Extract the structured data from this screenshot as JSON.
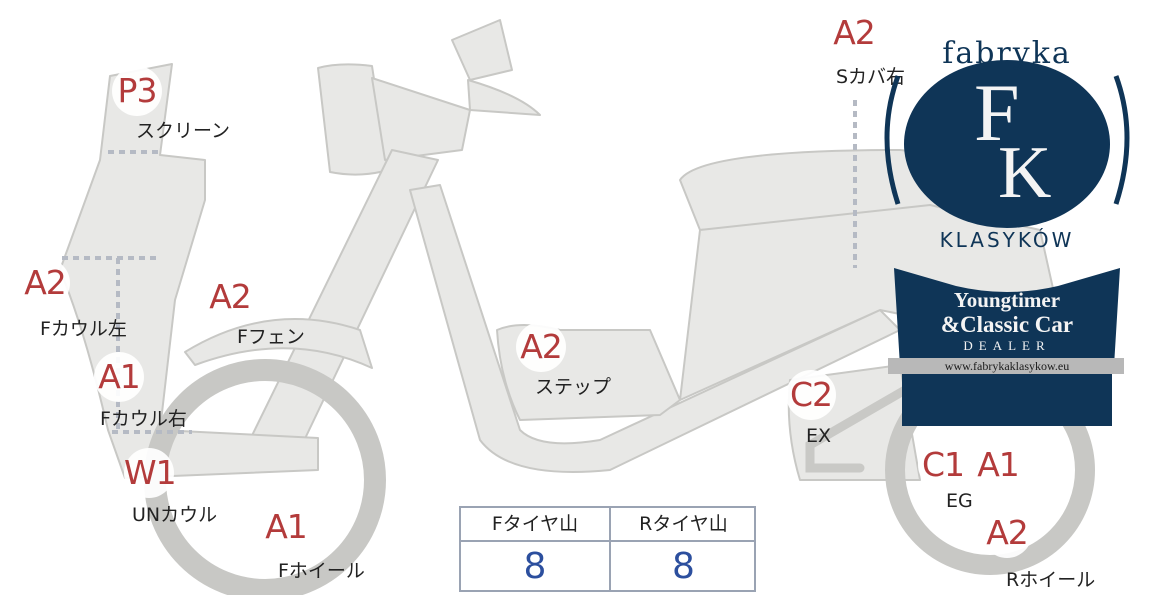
{
  "parts": [
    {
      "name": "screen",
      "grade": "P3",
      "label": "スクリーン"
    },
    {
      "name": "f-cowl-left",
      "grade": "A2",
      "label": "Fカウル左"
    },
    {
      "name": "f-fender",
      "grade": "A2",
      "label": "Fフェン"
    },
    {
      "name": "f-cowl-right",
      "grade": "A1",
      "label": "Fカウル右"
    },
    {
      "name": "un-cowl",
      "grade": "W1",
      "label": "UNカウル"
    },
    {
      "name": "f-wheel",
      "grade": "A1",
      "label": "Fホイール"
    },
    {
      "name": "step",
      "grade": "A2",
      "label": "ステップ"
    },
    {
      "name": "s-cover-right",
      "grade": "A2",
      "label": "Sカバ右"
    },
    {
      "name": "exhaust",
      "grade": "C2",
      "label": "EX"
    },
    {
      "name": "engine",
      "grade": "C1",
      "grade2": "A1",
      "label": "EG"
    },
    {
      "name": "r-wheel",
      "grade": "A2",
      "label": "Rホイール"
    }
  ],
  "tire_table": {
    "front_header": "Fタイヤ山",
    "rear_header": "Rタイヤ山",
    "front_value": "8",
    "rear_value": "8"
  },
  "dealer_badge": {
    "top_word": "fabryka",
    "letter1": "F",
    "letter2": "K",
    "arc_word": "KLASYKÓW",
    "line1": "Youngtimer",
    "line2": "&Classic Car",
    "line3": "DEALER",
    "url": "www.fabrykaklasykow.eu"
  },
  "colors": {
    "grade_text": "#b33b3b",
    "tire_value": "#2c4f9e",
    "body_fill": "#e8e8e6",
    "body_stroke": "#c9c9c6",
    "badge_navy": "#0f3557"
  }
}
